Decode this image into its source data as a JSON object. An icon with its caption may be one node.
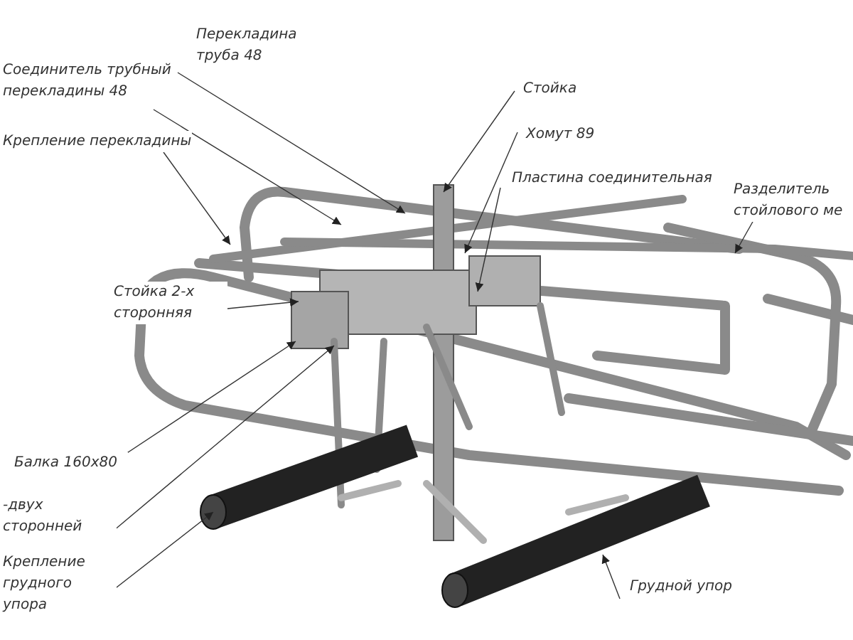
{
  "diagram": {
    "nodes": [
      {
        "text": [
          "Перекладина труба 48"
        ]
      },
      {
        "text": [
          "Соединитель трубный перекладины 48"
        ]
      },
      {
        "text": [
          "Крепление перекладины"
        ]
      },
      {
        "text": [
          "Стойка"
        ]
      },
      {
        "text": [
          "Хомут 89"
        ]
      },
      {
        "text": [
          "Пластина соединительная"
        ]
      },
      {
        "text": [
          "Разделитель стойлового ме"
        ]
      },
      {
        "text": [
          "Стойка 2-х сторонняя"
        ]
      },
      {
        "text": [
          "Балка 160х80"
        ]
      },
      {
        "text": [
          "-двух сторонней"
        ]
      },
      {
        "text": [
          "Крепление грудного упора"
        ]
      },
      {
        "text": [
          "Грудной упор"
        ]
      }
    ],
    "edges": [
      {
        "from": 0,
        "to": null,
        "arrow": "to"
      },
      {
        "from": 1,
        "to": null,
        "arrow": "to"
      },
      {
        "from": 2,
        "to": null,
        "arrow": "to"
      },
      {
        "from": 3,
        "to": null,
        "arrow": "to"
      },
      {
        "from": 4,
        "to": null,
        "arrow": "to"
      },
      {
        "from": 5,
        "to": null,
        "arrow": "to"
      },
      {
        "from": 6,
        "to": null,
        "arrow": "to"
      },
      {
        "from": 7,
        "to": null,
        "arrow": "to"
      },
      {
        "from": 8,
        "to": null,
        "arrow": "to"
      },
      {
        "from": 9,
        "to": null,
        "arrow": "to"
      },
      {
        "from": 10,
        "to": null,
        "arrow": "to"
      },
      {
        "from": 11,
        "to": null,
        "arrow": "to"
      }
    ]
  }
}
